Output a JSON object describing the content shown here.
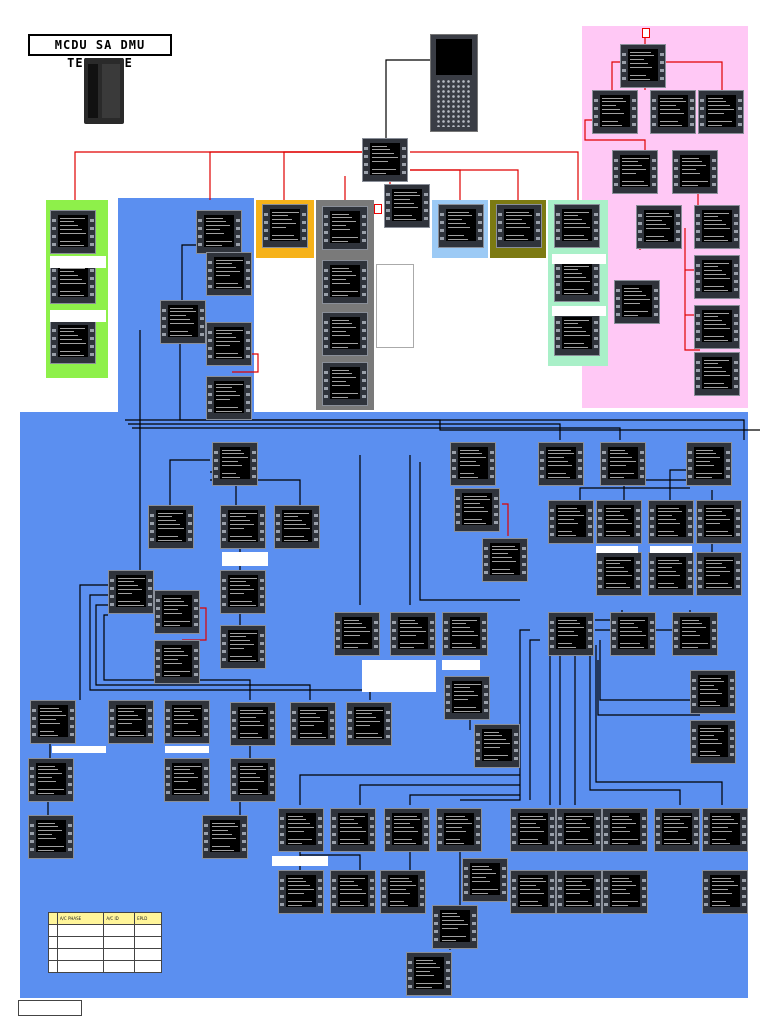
{
  "title": "MCDU SA DMU TELEDYNE",
  "zones": [
    {
      "name": "pink-zone",
      "color": "#ffc8f5"
    },
    {
      "name": "blue-zone-main",
      "color": "#5b8ff0"
    },
    {
      "name": "blue-zone-upper",
      "color": "#5b8ff0"
    },
    {
      "name": "green-zone",
      "color": "#8ef04a"
    },
    {
      "name": "orange-zone",
      "color": "#f6b21a"
    },
    {
      "name": "grey-zone",
      "color": "#7a7a7a"
    },
    {
      "name": "lightblue-zone",
      "color": "#9ccaf5"
    },
    {
      "name": "olive-zone",
      "color": "#7c7a12"
    },
    {
      "name": "mint-zone",
      "color": "#a9f0c8"
    }
  ],
  "legend": {
    "headers": [
      "",
      "A/C PHASE",
      "A/C ID",
      "EPLD"
    ],
    "rows": [
      [
        "",
        "",
        "",
        ""
      ],
      [
        "",
        "",
        "",
        ""
      ],
      [
        "",
        "",
        "",
        ""
      ],
      [
        "",
        "",
        "",
        ""
      ]
    ]
  },
  "footer_note": [
    "",
    ""
  ],
  "link_colors": {
    "red": "#e00000",
    "black": "#000000"
  }
}
